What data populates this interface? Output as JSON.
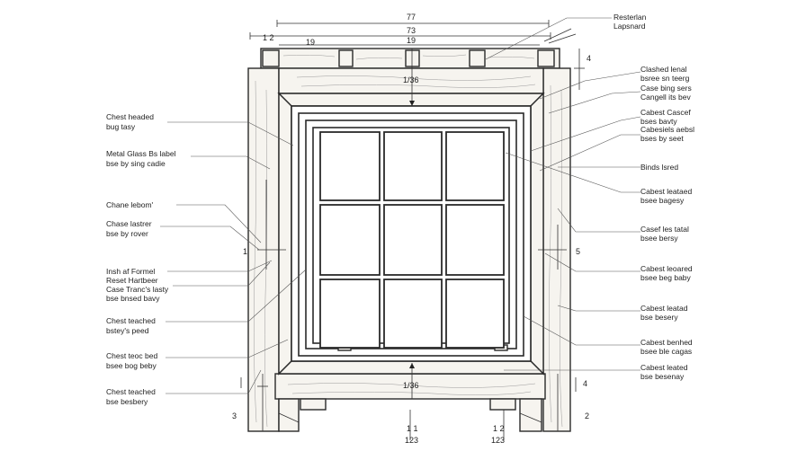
{
  "dimensions": {
    "top_overall": "77",
    "top_inner": "73",
    "top_center": "19",
    "top_left": "1 2",
    "left_mark": "19",
    "head_center": "1/36",
    "sill_center": "1/36",
    "bottom_left_a": "1 1",
    "bottom_left_b": "123",
    "bottom_right_a": "1 2",
    "bottom_right_b": "123",
    "left_side": "1",
    "right_side": "5",
    "right_top": "4",
    "right_bottom": "4",
    "far_left": "3",
    "far_right": "2"
  },
  "labels_left": [
    {
      "l1": "Chest headed",
      "l2": "bug tasy"
    },
    {
      "l1": "Metal Glass Bs label",
      "l2": "bse by sing cadie"
    },
    {
      "l1": "Chane lebom'",
      "l2": ""
    },
    {
      "l1": "Chase lastrer",
      "l2": "bse by rover"
    },
    {
      "l1": "Insh af Formel",
      "l2": "Reset Hartbeer"
    },
    {
      "l1": "Case Tranc's lasty",
      "l2": "bse bnsed bavy"
    },
    {
      "l1": "Chest teached",
      "l2": "bstey's peed"
    },
    {
      "l1": "Chest teoc bed",
      "l2": "bsee bog beby"
    },
    {
      "l1": "Chest teached",
      "l2": "bse besbery"
    }
  ],
  "labels_right": [
    {
      "l1": "Resterlan",
      "l2": "Lapsnard"
    },
    {
      "l1": "Clashed lenal",
      "l2": "bsree sn teerg"
    },
    {
      "l1": "Case bing sers",
      "l2": "Cangell its bev"
    },
    {
      "l1": "Cabest Cascef",
      "l2": "bses bavty"
    },
    {
      "l1": "Cabesiels aebsl",
      "l2": "bses by seet"
    },
    {
      "l1": "Binds lsred",
      "l2": ""
    },
    {
      "l1": "Cabest leataed",
      "l2": "bsee bagesy"
    },
    {
      "l1": "Casef les tatal",
      "l2": "bsee bersy"
    },
    {
      "l1": "Cabest leoared",
      "l2": "bsee beg baby"
    },
    {
      "l1": "Cabest leatad",
      "l2": "bse besery"
    },
    {
      "l1": "Cabest benhed",
      "l2": "bsee ble cagas"
    },
    {
      "l1": "Cabest leated",
      "l2": "bse besenay"
    }
  ]
}
